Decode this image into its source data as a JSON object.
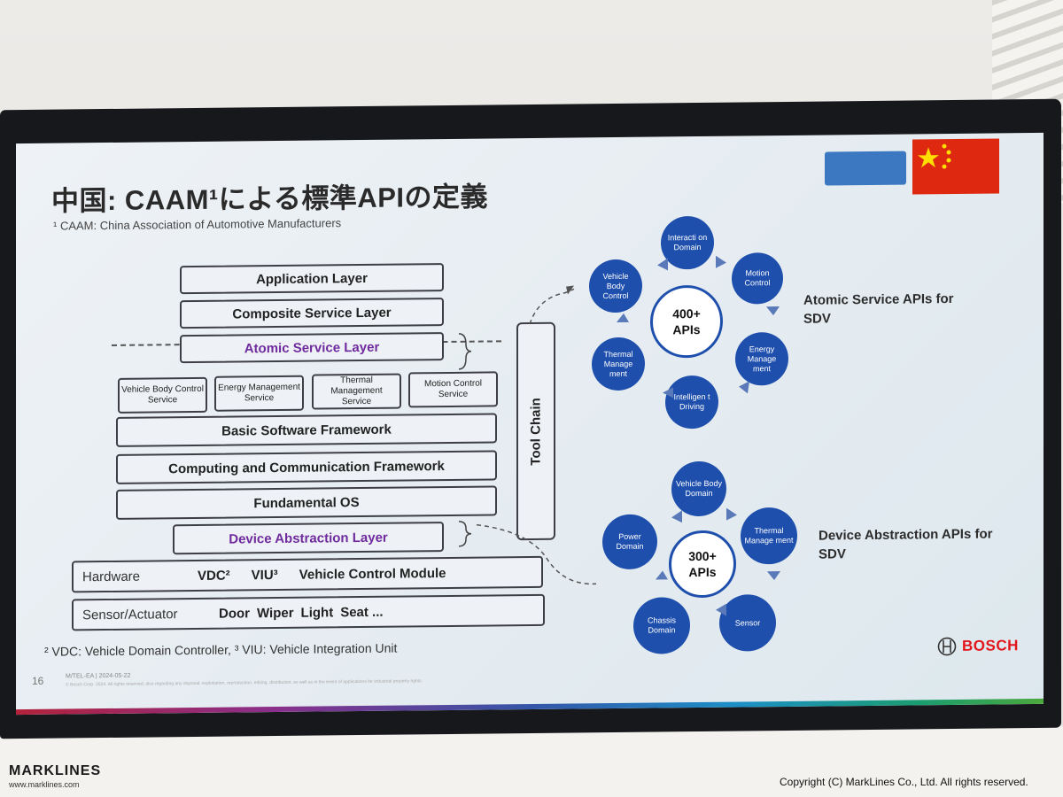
{
  "slide": {
    "title": "中国: CAAM¹による標準APIの定義",
    "footnote1": "¹ CAAM: China Association of Automotive Manufacturers",
    "footnote2": "² VDC: Vehicle Domain Controller, ³ VIU: Vehicle Integration Unit",
    "page_number": "16",
    "footer_meta": "M/TEL-EA | 2024-05-22",
    "footer_legal": "© Bosch Corp. 2024. All rights reserved, also regarding any disposal, exploitation, reproduction, editing, distribution, as well as in the event of applications for industrial property rights.",
    "brand": "BOSCH",
    "layers": {
      "application": "Application Layer",
      "composite": "Composite Service Layer",
      "atomic": "Atomic Service Layer",
      "services": [
        "Vehicle Body Control Service",
        "Energy Management Service",
        "Thermal Management Service",
        "Motion Control Service"
      ],
      "bsw": "Basic Software Framework",
      "computing": "Computing and Communication Framework",
      "os": "Fundamental OS",
      "device": "Device Abstraction Layer",
      "hardware": {
        "label": "Hardware",
        "items": [
          "VDC²",
          "VIU³",
          "Vehicle Control Module"
        ]
      },
      "sensor": {
        "label": "Sensor/Actuator",
        "items": [
          "Door",
          "Wiper",
          "Light",
          "Seat ..."
        ]
      }
    },
    "toolchain": "Tool Chain",
    "atomic_apis": {
      "center": [
        "400+",
        "APIs"
      ],
      "nodes": [
        "Interacti on Domain",
        "Motion Control",
        "Energy Manage ment",
        "Intelligen t Driving",
        "Thermal Manage ment",
        "Vehicle Body Control"
      ],
      "label": "Atomic Service APIs for SDV"
    },
    "device_apis": {
      "center": [
        "300+",
        "APIs"
      ],
      "nodes": [
        "Vehicle Body Domain",
        "Thermal Manage ment",
        "Sensor",
        "Chassis Domain",
        "Power Domain"
      ],
      "label": "Device Abstraction APIs for SDV"
    }
  },
  "watermark": {
    "logo": "MARKLINES",
    "url": "www.marklines.com",
    "copyright": "Copyright (C) MarkLines Co., Ltd. All rights reserved."
  },
  "colors": {
    "accent_blue": "#1e4fad",
    "purple": "#6f2b9d",
    "flag_red": "#de2910"
  }
}
